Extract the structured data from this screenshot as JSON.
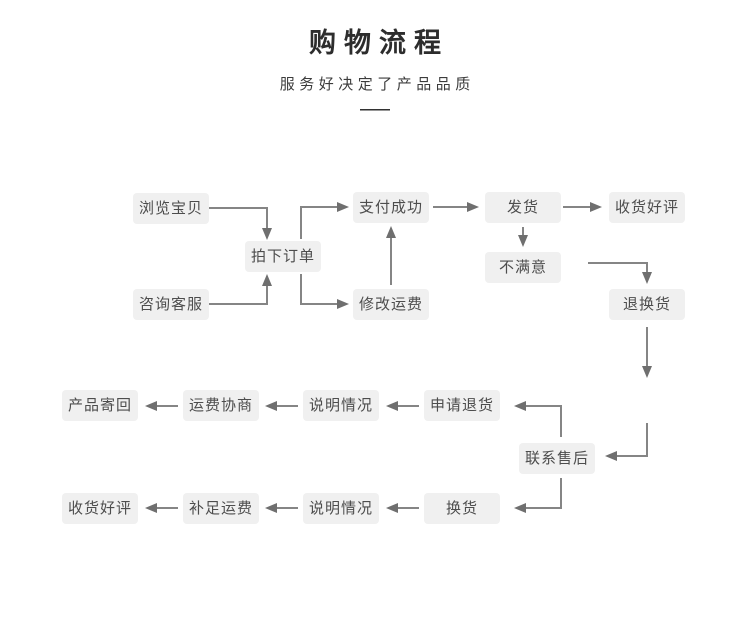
{
  "header": {
    "title": "购物流程",
    "subtitle": "服务好决定了产品品质",
    "divider": "——"
  },
  "flow": {
    "nodes": [
      {
        "id": "browse-items",
        "label": "浏览宝贝"
      },
      {
        "id": "consult-service",
        "label": "咨询客服"
      },
      {
        "id": "place-order",
        "label": "拍下订单"
      },
      {
        "id": "pay-success",
        "label": "支付成功"
      },
      {
        "id": "modify-shipping",
        "label": "修改运费"
      },
      {
        "id": "ship-goods",
        "label": "发货"
      },
      {
        "id": "unsatisfied",
        "label": "不满意"
      },
      {
        "id": "receive-review",
        "label": "收货好评"
      },
      {
        "id": "return-exchange",
        "label": "退换货"
      },
      {
        "id": "product-send-back",
        "label": "产品寄回"
      },
      {
        "id": "shipping-negotiate",
        "label": "运费协商"
      },
      {
        "id": "explain-situation-1",
        "label": "说明情况"
      },
      {
        "id": "apply-return",
        "label": "申请退货"
      },
      {
        "id": "contact-aftersales",
        "label": "联系售后"
      },
      {
        "id": "receive-review-2",
        "label": "收货好评"
      },
      {
        "id": "makeup-shipping",
        "label": "补足运费"
      },
      {
        "id": "explain-situation-2",
        "label": "说明情况"
      },
      {
        "id": "exchange-goods",
        "label": "换货"
      }
    ],
    "edges": [
      {
        "from": "browse-items",
        "to": "place-order"
      },
      {
        "from": "consult-service",
        "to": "place-order"
      },
      {
        "from": "place-order",
        "to": "pay-success"
      },
      {
        "from": "place-order",
        "to": "modify-shipping"
      },
      {
        "from": "modify-shipping",
        "to": "pay-success"
      },
      {
        "from": "pay-success",
        "to": "ship-goods"
      },
      {
        "from": "ship-goods",
        "to": "receive-review"
      },
      {
        "from": "ship-goods",
        "to": "unsatisfied"
      },
      {
        "from": "unsatisfied",
        "to": "return-exchange"
      },
      {
        "from": "return-exchange",
        "to": "contact-aftersales"
      },
      {
        "from": "contact-aftersales",
        "to": "apply-return"
      },
      {
        "from": "apply-return",
        "to": "explain-situation-1"
      },
      {
        "from": "explain-situation-1",
        "to": "shipping-negotiate"
      },
      {
        "from": "shipping-negotiate",
        "to": "product-send-back"
      },
      {
        "from": "contact-aftersales",
        "to": "exchange-goods"
      },
      {
        "from": "exchange-goods",
        "to": "explain-situation-2"
      },
      {
        "from": "explain-situation-2",
        "to": "makeup-shipping"
      },
      {
        "from": "makeup-shipping",
        "to": "receive-review-2"
      }
    ]
  },
  "colors": {
    "node_background": "#f0f0f0",
    "node_text": "#4d4d4d",
    "connector_line": "#858585",
    "arrowhead": "#6f6f6f",
    "title_text": "#2d2d2d",
    "page_background": "#ffffff"
  }
}
